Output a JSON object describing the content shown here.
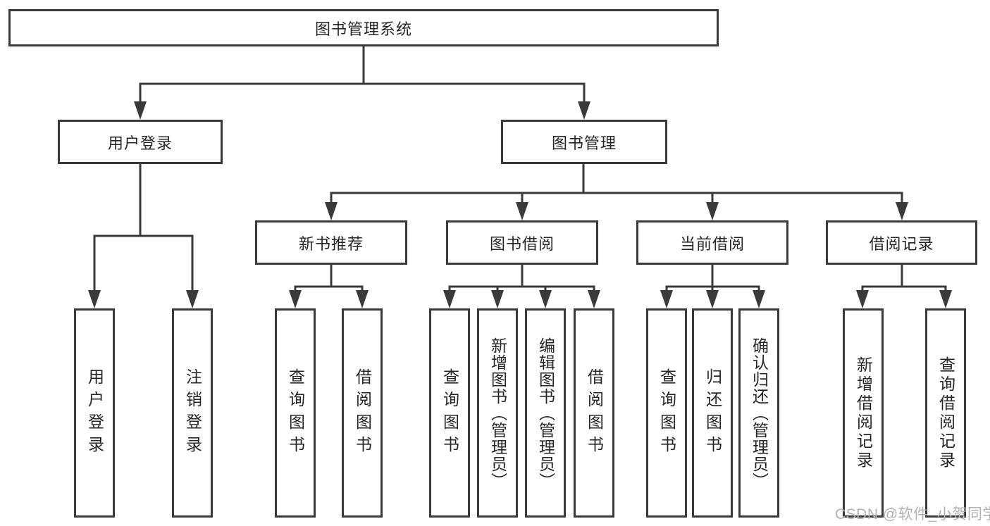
{
  "colors": {
    "line": "#3a3a3a",
    "box_border": "#3a3a3a",
    "text": "#262626",
    "background": "#ffffff",
    "watermark": "#b2b2b2"
  },
  "watermark": "CSDN @软件_小贺同学",
  "tree": {
    "root": "图书管理系统",
    "branches": [
      {
        "label": "用户登录",
        "leaves": [
          "用户登录",
          "注销登录"
        ]
      },
      {
        "label": "图书管理",
        "children": [
          {
            "label": "新书推荐",
            "leaves": [
              "查询图书",
              "借阅图书"
            ]
          },
          {
            "label": "图书借阅",
            "leaves": [
              "查询图书",
              "新增图书（管理员）",
              "编辑图书（管理员）",
              "借阅图书"
            ]
          },
          {
            "label": "当前借阅",
            "leaves": [
              "查询图书",
              "归还图书",
              "确认归还（管理员）"
            ]
          },
          {
            "label": "借阅记录",
            "leaves": [
              "新增借阅记录",
              "查询借阅记录"
            ]
          }
        ]
      }
    ]
  }
}
